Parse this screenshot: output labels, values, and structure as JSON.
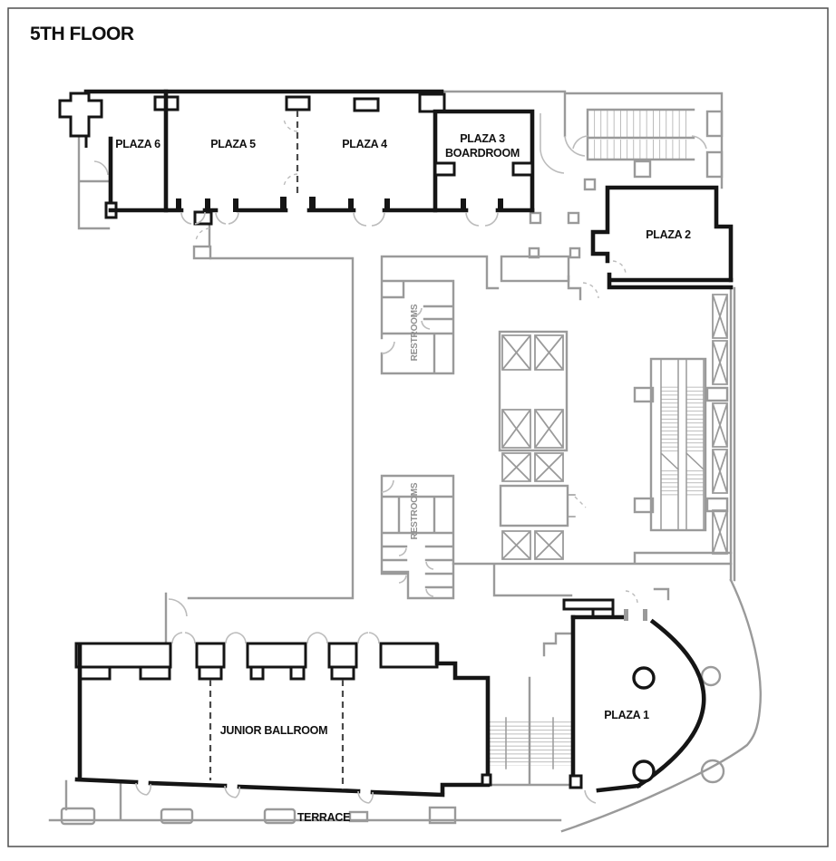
{
  "title": "5TH FLOOR",
  "colors": {
    "background": "#ffffff",
    "frame": "#4f4f4f",
    "wall_black": "#151515",
    "wall_gray": "#9a9a9a",
    "door_gray": "#bcbcbc",
    "label_black": "#111111",
    "label_gray": "#8f8f8f"
  },
  "rooms": {
    "plaza_6": {
      "label": "PLAZA 6"
    },
    "plaza_5": {
      "label": "PLAZA 5"
    },
    "plaza_4": {
      "label": "PLAZA 4"
    },
    "plaza_3_boardroom": {
      "label_line_1": "PLAZA 3",
      "label_line_2": "BOARDROOM"
    },
    "plaza_2": {
      "label": "PLAZA 2"
    },
    "plaza_1": {
      "label": "PLAZA 1"
    },
    "junior_ballroom": {
      "label": "JUNIOR BALLROOM"
    },
    "terrace": {
      "label": "TERRACE"
    },
    "restrooms_north": {
      "label": "RESTROOMS"
    },
    "restrooms_south": {
      "label": "RESTROOMS"
    }
  }
}
